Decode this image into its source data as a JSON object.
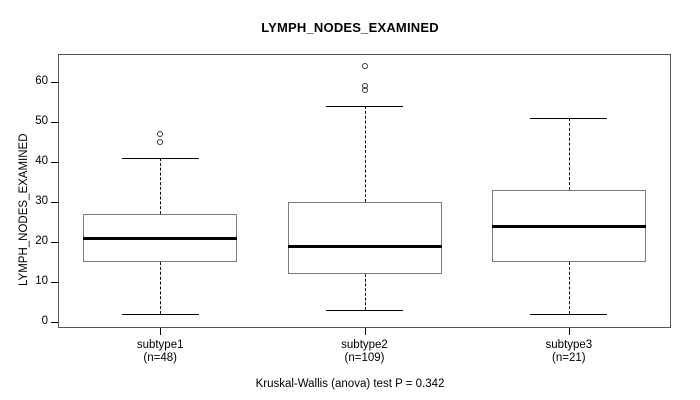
{
  "chart_data": {
    "type": "boxplot",
    "title": "LYMPH_NODES_EXAMINED",
    "xlabel": "",
    "ylabel": "LYMPH_NODES_EXAMINED",
    "ylim": [
      0,
      65
    ],
    "yticks": [
      0,
      10,
      20,
      30,
      40,
      50,
      60
    ],
    "ytick_labels": [
      "0",
      "10",
      "20",
      "30",
      "40",
      "50",
      "60"
    ],
    "grid": false,
    "legend": "none",
    "annotation": "Kruskal-Wallis (anova) test P = 0.342",
    "categories": [
      "subtype1",
      "subtype2",
      "subtype3"
    ],
    "group_counts": [
      48,
      109,
      21
    ],
    "xtick_labels": [
      {
        "name": "subtype1",
        "count": "(n=48)"
      },
      {
        "name": "subtype2",
        "count": "(n=109)"
      },
      {
        "name": "subtype3",
        "count": "(n=21)"
      }
    ],
    "boxes": [
      {
        "category": "subtype1",
        "whisker_low": 2,
        "q1": 15,
        "median": 21,
        "q3": 27,
        "whisker_high": 41,
        "outliers": [
          47,
          45
        ]
      },
      {
        "category": "subtype2",
        "whisker_low": 3,
        "q1": 12,
        "median": 19,
        "q3": 30,
        "whisker_high": 54,
        "outliers": [
          64,
          59,
          58
        ]
      },
      {
        "category": "subtype3",
        "whisker_low": 2,
        "q1": 15,
        "median": 24,
        "q3": 33,
        "whisker_high": 51,
        "outliers": []
      }
    ]
  },
  "colors": {
    "box_border": "#7d7d7d",
    "median": "#000000",
    "whisker": "#000000",
    "frame": "#555555",
    "text": "#000000",
    "background": "#ffffff"
  }
}
